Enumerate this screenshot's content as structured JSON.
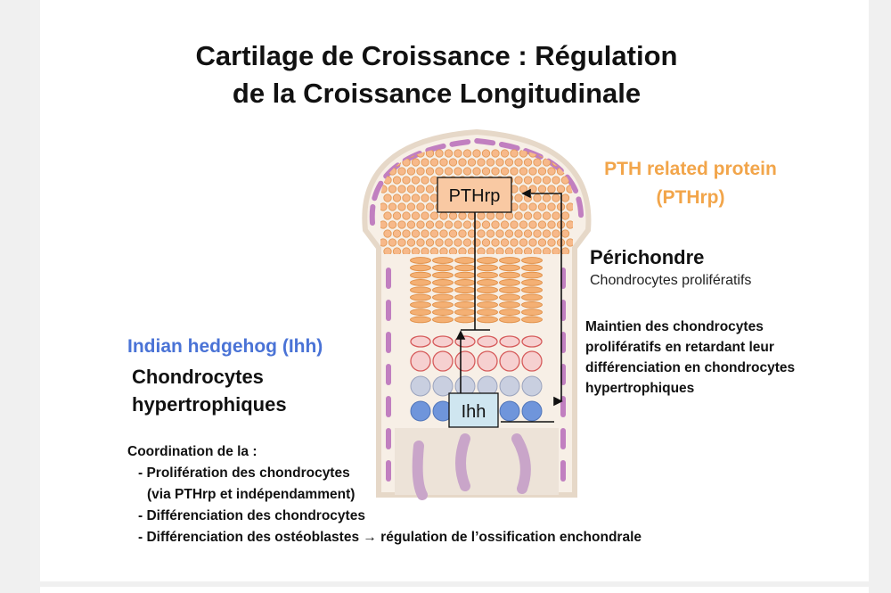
{
  "title": {
    "line1": "Cartilage de Croissance : Régulation",
    "line2": "de la Croissance Longitudinale"
  },
  "pthrp": {
    "title": "PTH related protein (PTHrp)",
    "box_label": "PTHrp"
  },
  "ihh": {
    "title": "Indian hedgehog (Ihh)",
    "box_label": "Ihh",
    "cells": "Chondrocytes hypertrophiques"
  },
  "perichondre": {
    "title": "Périchondre",
    "subtitle": "Chondrocytes prolifératifs"
  },
  "maintien": "Maintien des chondrocytes prolifératifs en retardant leur différenciation en chondrocytes hypertrophiques",
  "coordination": {
    "heading": "Coordination de la :",
    "items": [
      "- Prolifération des chondrocytes",
      "(via PTHrp et indépendamment)",
      "- Différenciation des chondrocytes",
      "- Différenciation des ostéoblastes → régulation de l’ossification enchondrale"
    ]
  },
  "colors": {
    "pthrp": "#f2a54a",
    "ihh": "#4a73d6",
    "resting_cell": "#f7b98a",
    "proliferative_cell": "#f4b074",
    "hypertrophic_cell": "#e88a8a",
    "grey_cell": "#c9cfe0",
    "blue_cell": "#6f95db",
    "perichondrium": "#c17fc0"
  }
}
